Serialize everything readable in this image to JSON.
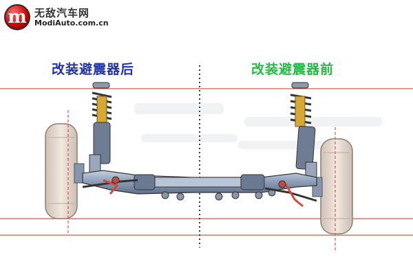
{
  "logo": {
    "mark": "m",
    "name_cn": "无敌汽车网",
    "url": "ModiAuto.com.cn"
  },
  "captions": {
    "left": "改装避震器后",
    "right": "改装避震器前"
  },
  "colors": {
    "caption_left": "#2233aa",
    "caption_right": "#22bb44",
    "reference_line": "#e05050",
    "center_axis": "#333333",
    "tire": "#e8dcd2",
    "frame": "#9fb0c8",
    "spring": "#333333",
    "damper": "#d8a830",
    "link": "#d34a3a"
  },
  "icons": [
    "logo-m-badge",
    "suspension-assembly"
  ]
}
